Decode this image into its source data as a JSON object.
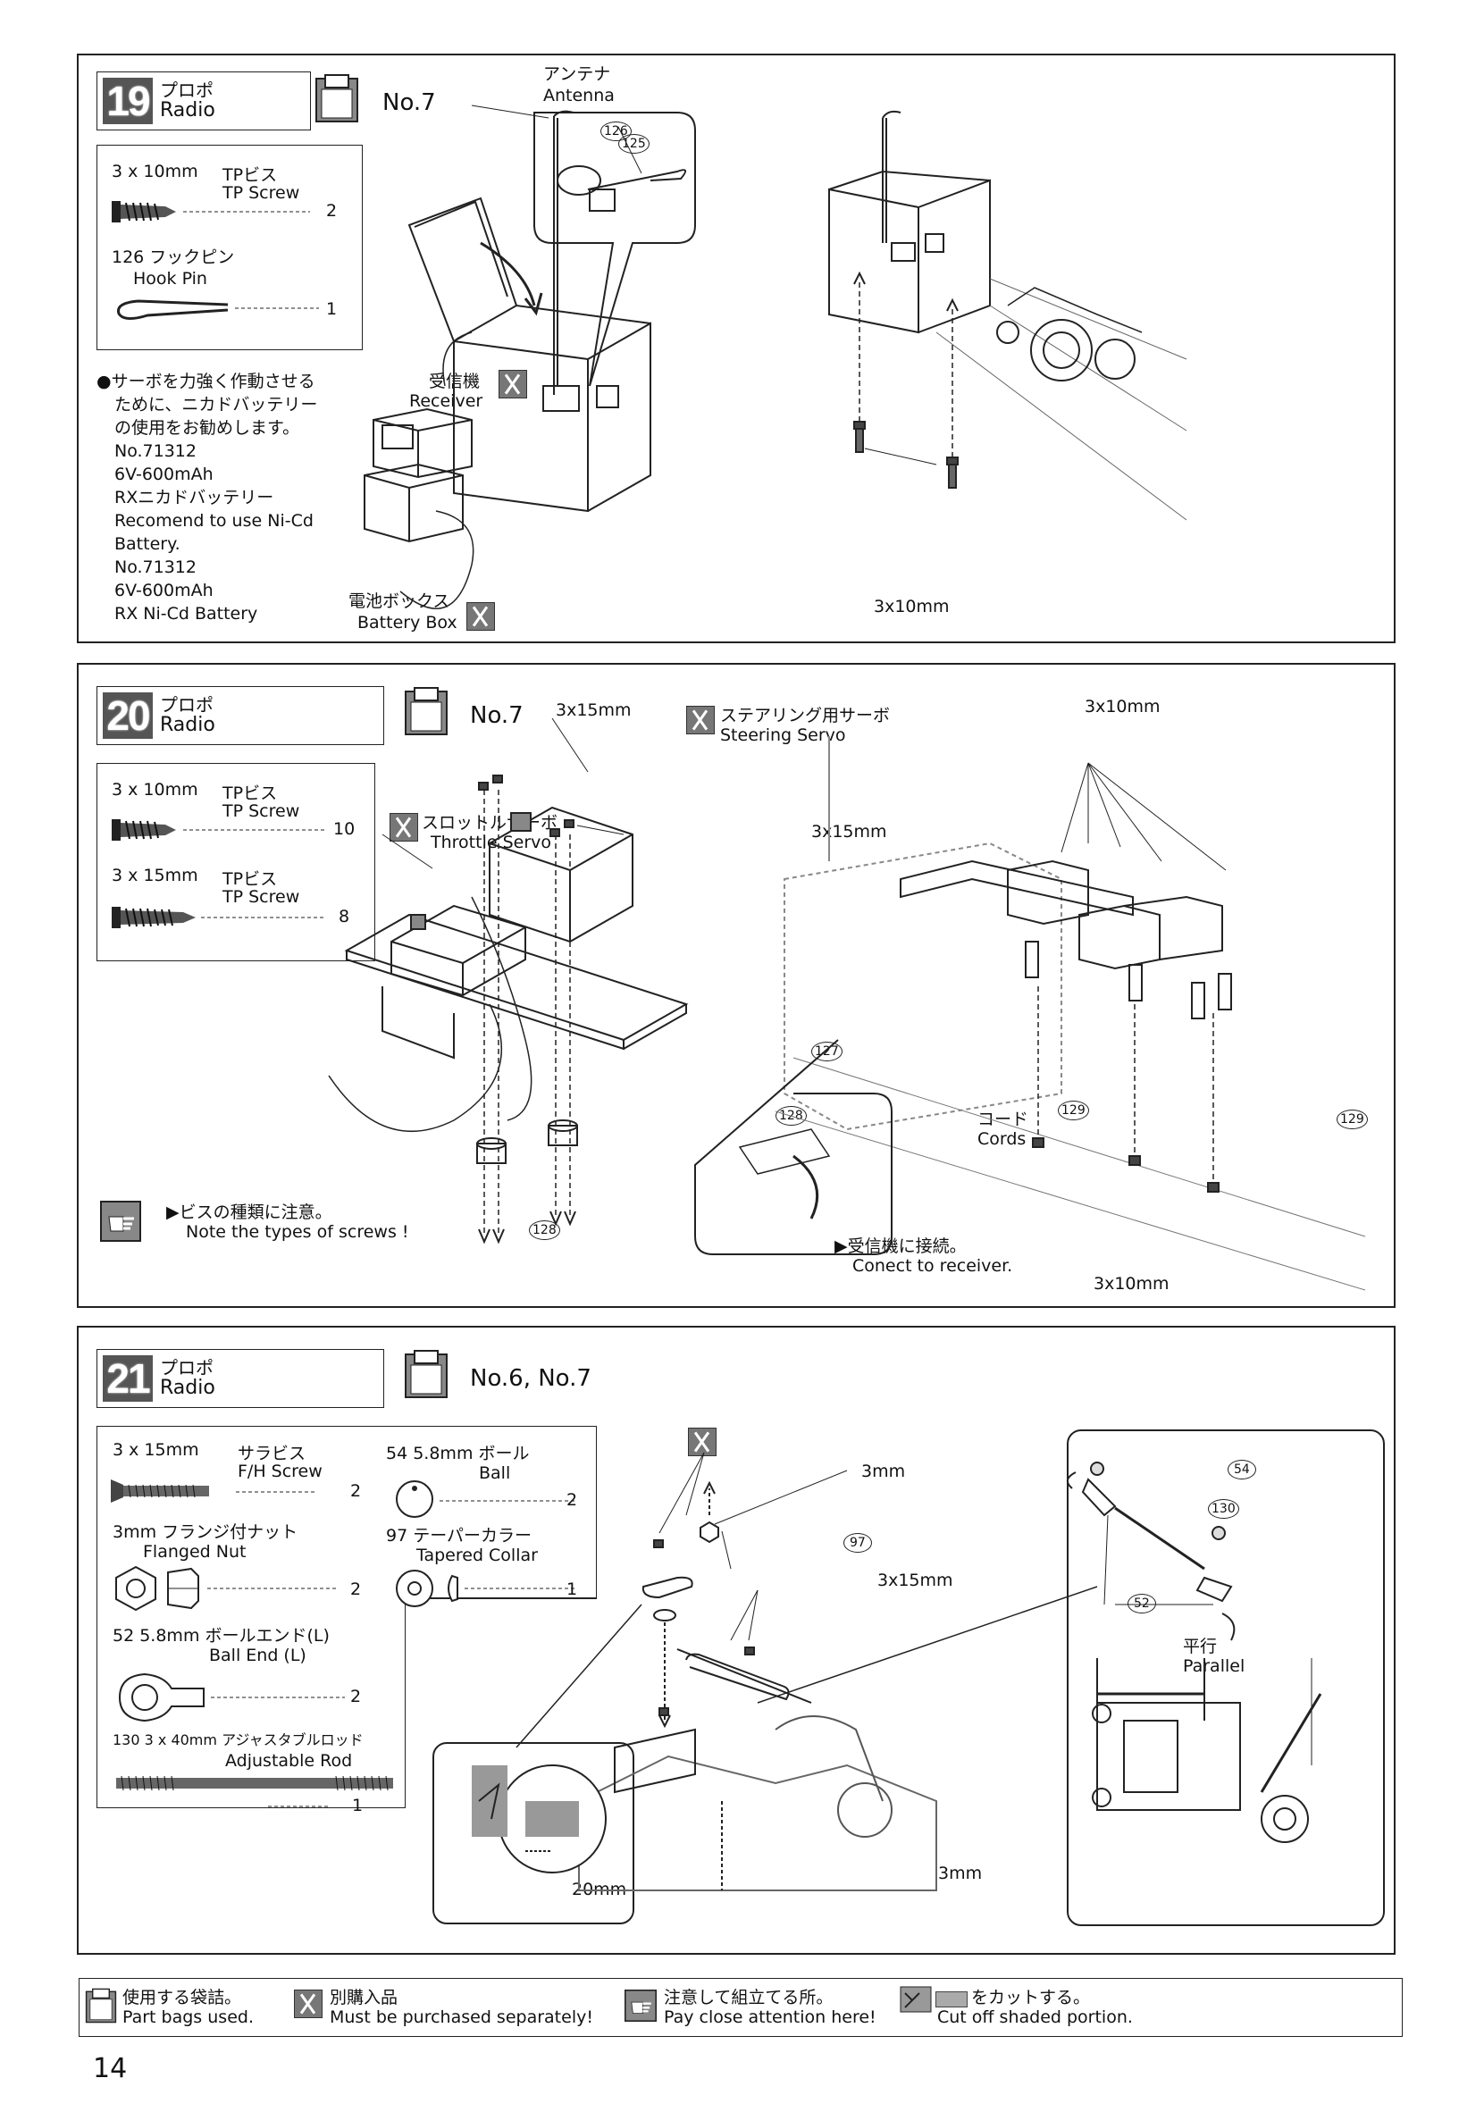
{
  "page_number": "14",
  "step19": {
    "number": "19",
    "title_jp": "プロポ",
    "title_en": "Radio",
    "bag": "No.7",
    "parts": {
      "screw_size": "3 x 10mm",
      "screw_jp": "TPビス",
      "screw_en": "TP Screw",
      "screw_qty": "2",
      "pin_jp": "126 フックピン",
      "pin_en": "Hook Pin",
      "pin_qty": "1"
    },
    "note_lines": [
      "●サーボを力強く作動させる",
      "ために、ニカドバッテリー",
      "の使用をお勧めします。",
      "No.71312",
      "6V-600mAh",
      "RXニカドバッテリー",
      "Recomend to use Ni-Cd Battery.",
      "No.71312",
      "6V-600mAh",
      "RX Ni-Cd Battery"
    ],
    "labels": {
      "antenna_jp": "アンテナ",
      "antenna_en": "Antenna",
      "receiver_jp": "受信機",
      "receiver_en": "Receiver",
      "battery_jp": "電池ボックス",
      "battery_en": "Battery Box",
      "part125": "125",
      "part126": "126",
      "screw_len": "3x10mm"
    }
  },
  "step20": {
    "number": "20",
    "title_jp": "プロポ",
    "title_en": "Radio",
    "bag": "No.7",
    "parts": {
      "s1_size": "3 x 10mm",
      "s1_jp": "TPビス",
      "s1_en": "TP Screw",
      "s1_qty": "10",
      "s2_size": "3 x 15mm",
      "s2_jp": "TPビス",
      "s2_en": "TP Screw",
      "s2_qty": "8"
    },
    "labels": {
      "screw15_top": "3x15mm",
      "screw15_right": "3x15mm",
      "steering_jp": "ステアリング用サーボ",
      "steering_en": "Steering Servo",
      "throttle_jp": "スロットルサーボ",
      "throttle_en": "Throttle Servo",
      "screw10_top": "3x10mm",
      "screw10_bottom": "3x10mm",
      "part127": "127",
      "part128a": "128",
      "part128b": "128",
      "part129a": "129",
      "part129b": "129",
      "cords_jp": "コード",
      "cords_en": "Cords",
      "connect_jp": "▶受信機に接続。",
      "connect_en": "Conect to receiver.",
      "caution_jp": "▶ビスの種類に注意。",
      "caution_en": "Note the types of screws !"
    }
  },
  "step21": {
    "number": "21",
    "title_jp": "プロポ",
    "title_en": "Radio",
    "bag": "No.6, No.7",
    "parts": {
      "fh_size": "3 x 15mm",
      "fh_jp": "サラビス",
      "fh_en": "F/H Screw",
      "fh_qty": "2",
      "nut_jp": "3mm フランジ付ナット",
      "nut_en": "Flanged Nut",
      "nut_qty": "2",
      "ballend_jp": "52 5.8mm ボールエンド(L)",
      "ballend_en": "Ball End (L)",
      "ballend_qty": "2",
      "rod_jp": "130 3 x 40mm アジャスタブルロッド",
      "rod_en": "Adjustable Rod",
      "rod_qty": "1",
      "ball_jp": "54 5.8mm ボール",
      "ball_en": "Ball",
      "ball_qty": "2",
      "collar_jp": "97 テーパーカラー",
      "collar_en": "Tapered Collar",
      "collar_qty": "1"
    },
    "labels": {
      "m3_top": "3mm",
      "m3_bottom": "3mm",
      "screw15": "3x15mm",
      "part97": "97",
      "part54": "54",
      "part130": "130",
      "part52": "52",
      "parallel_jp": "平行",
      "parallel_en": "Parallel",
      "cut": "20mm"
    }
  },
  "legend": {
    "bag_jp": "使用する袋詰。",
    "bag_en": "Part bags used.",
    "sep_jp": "別購入品",
    "sep_en": "Must be purchased separately!",
    "care_jp": "注意して組立てる所。",
    "care_en": "Pay close attention here!",
    "cut_jp": "をカットする。",
    "cut_en": "Cut off shaded portion."
  }
}
